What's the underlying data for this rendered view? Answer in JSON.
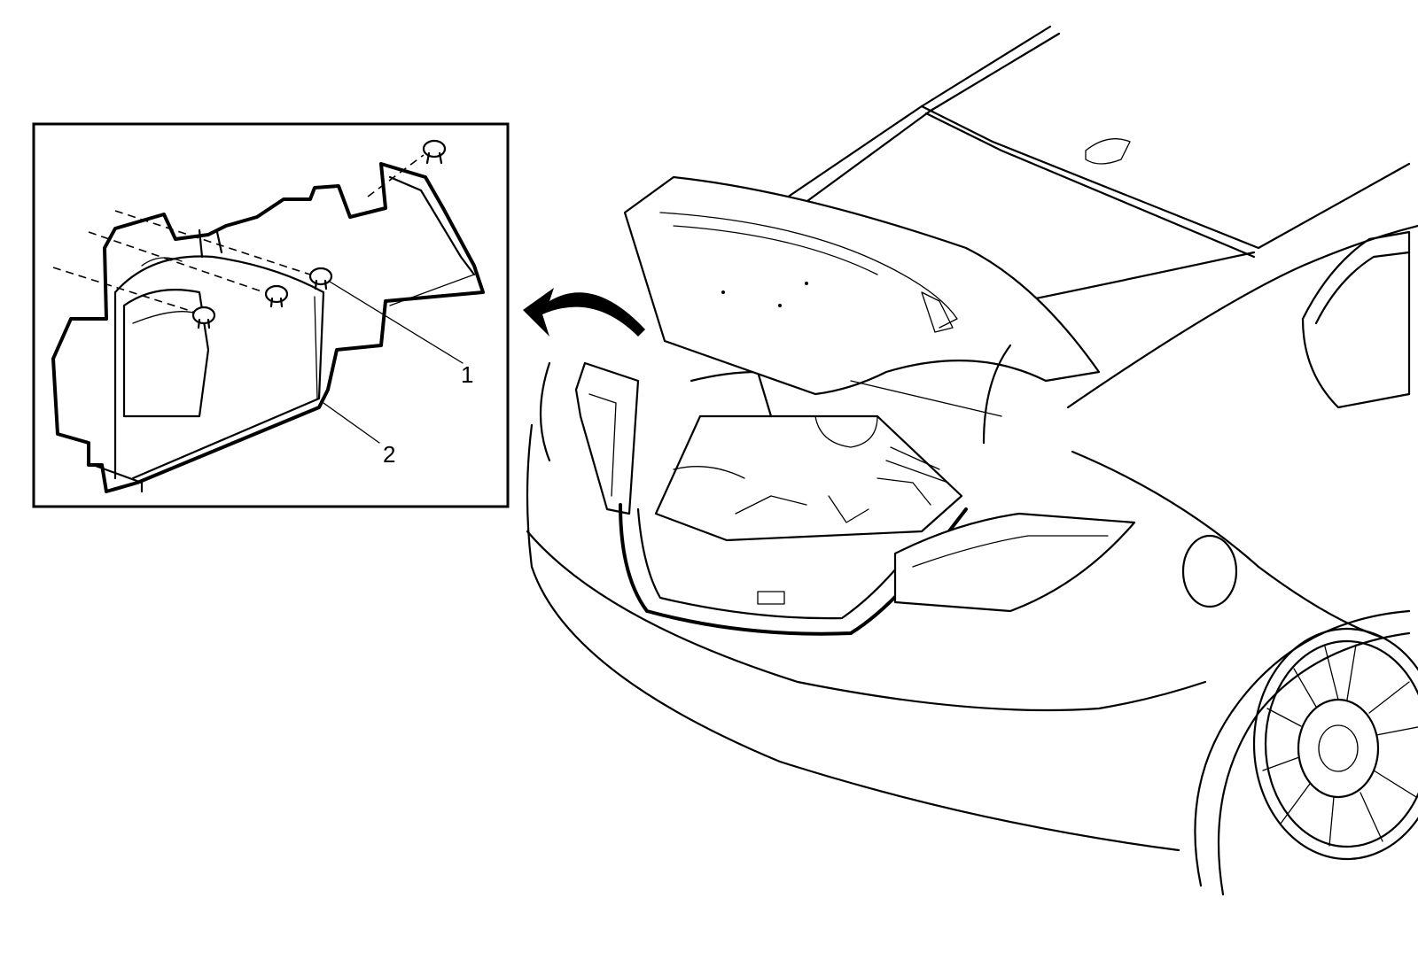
{
  "figure": {
    "detail_view": {
      "callouts": [
        {
          "label": "1",
          "part": "retainer"
        },
        {
          "label": "2",
          "part": "trim-panel"
        }
      ]
    }
  }
}
